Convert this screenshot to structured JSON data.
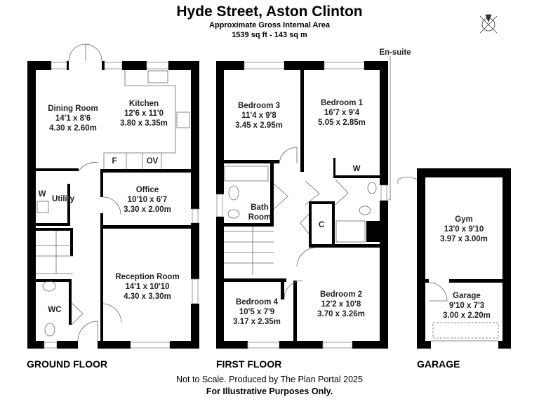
{
  "header": {
    "title": "Hyde Street, Aston Clinton",
    "subtitle": "Approximate Gross Internal Area",
    "area": "1539 sq ft - 143 sq m"
  },
  "floors": {
    "ground": "GROUND FLOOR",
    "first": "FIRST FLOOR",
    "garage": "GARAGE"
  },
  "rooms": {
    "dining": [
      "Dining Room",
      "14'1 x 8'6",
      "4.30 x 2.60m"
    ],
    "kitchen": [
      "Kitchen",
      "12'6 x 11'0",
      "3.80 x 3.35m"
    ],
    "office": [
      "Office",
      "10'10 x 6'7",
      "3.30 x 2.00m"
    ],
    "reception": [
      "Reception Room",
      "14'1 x 10'10",
      "4.30 x 3.30m"
    ],
    "utility": "Utility",
    "utility_w": "W",
    "wc": "WC",
    "fridge": "F",
    "oven": "OV",
    "bed3": [
      "Bedroom 3",
      "11'4 x 9'8",
      "3.45 x 2.95m"
    ],
    "bed1": [
      "Bedroom 1",
      "16'7 x 9'4",
      "5.05 x 2.85m"
    ],
    "bed4": [
      "Bedroom 4",
      "10'5 x 7'9",
      "3.17 x 2.35m"
    ],
    "bed2": [
      "Bedroom 2",
      "12'2 x 10'8",
      "3.70 x 3.26m"
    ],
    "bath": [
      "Bath",
      "Room"
    ],
    "cupboard": "C",
    "wardrobe": "W",
    "ensuite": "En-suite",
    "gym": [
      "Gym",
      "13'0 x 9'10",
      "3.97 x 3.00m"
    ],
    "garage": [
      "Garage",
      "9'10 x 7'3",
      "3.00 x 2.20m"
    ]
  },
  "footer": {
    "note": "Not to Scale. Produced by The Plan Portal 2025",
    "disclaimer": "For Illustrative Purposes Only."
  }
}
